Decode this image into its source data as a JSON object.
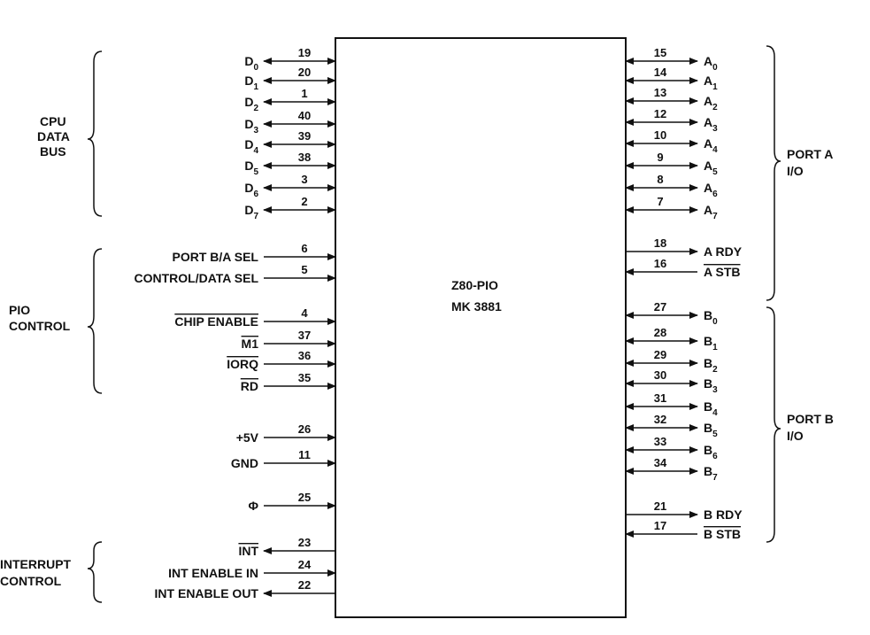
{
  "chip": {
    "name": "Z80-PIO",
    "part": "MK 3881"
  },
  "groups": {
    "cpu_data_bus": [
      "CPU",
      "DATA",
      "BUS"
    ],
    "pio_control": [
      "PIO",
      "CONTROL"
    ],
    "interrupt_control": [
      "INTERRUPT",
      "CONTROL"
    ],
    "port_a": [
      "PORT A",
      "I/O"
    ],
    "port_b": [
      "PORT B",
      "I/O"
    ]
  },
  "left_pins": [
    {
      "id": "d0",
      "pin": "19",
      "label": "D",
      "sub": "0",
      "dir": "bi"
    },
    {
      "id": "d1",
      "pin": "20",
      "label": "D",
      "sub": "1",
      "dir": "bi"
    },
    {
      "id": "d2",
      "pin": "1",
      "label": "D",
      "sub": "2",
      "dir": "bi"
    },
    {
      "id": "d3",
      "pin": "40",
      "label": "D",
      "sub": "3",
      "dir": "bi"
    },
    {
      "id": "d4",
      "pin": "39",
      "label": "D",
      "sub": "4",
      "dir": "bi"
    },
    {
      "id": "d5",
      "pin": "38",
      "label": "D",
      "sub": "5",
      "dir": "bi"
    },
    {
      "id": "d6",
      "pin": "3",
      "label": "D",
      "sub": "6",
      "dir": "bi"
    },
    {
      "id": "d7",
      "pin": "2",
      "label": "D",
      "sub": "7",
      "dir": "bi"
    },
    {
      "id": "port-b-a-sel",
      "pin": "6",
      "label": "PORT B/A SEL",
      "dir": "in"
    },
    {
      "id": "control-data-sel",
      "pin": "5",
      "label": "CONTROL/DATA SEL",
      "dir": "in"
    },
    {
      "id": "chip-enable",
      "pin": "4",
      "label": "CHIP ENABLE",
      "dir": "in",
      "overbar": true
    },
    {
      "id": "m1",
      "pin": "37",
      "label": "M1",
      "dir": "in",
      "overbar": true
    },
    {
      "id": "iorq",
      "pin": "36",
      "label": "IORQ",
      "dir": "in",
      "overbar": true
    },
    {
      "id": "rd",
      "pin": "35",
      "label": "RD",
      "dir": "in",
      "overbar": true
    },
    {
      "id": "plus5v",
      "pin": "26",
      "label": "+5V",
      "dir": "in"
    },
    {
      "id": "gnd",
      "pin": "11",
      "label": "GND",
      "dir": "in"
    },
    {
      "id": "phi",
      "pin": "25",
      "label": "Φ",
      "dir": "in"
    },
    {
      "id": "int",
      "pin": "23",
      "label": "INT",
      "dir": "out",
      "overbar": true
    },
    {
      "id": "int-enable-in",
      "pin": "24",
      "label": "INT ENABLE IN",
      "dir": "in"
    },
    {
      "id": "int-enable-out",
      "pin": "22",
      "label": "INT ENABLE OUT",
      "dir": "out"
    }
  ],
  "right_pins": [
    {
      "id": "a0",
      "pin": "15",
      "label": "A",
      "sub": "0",
      "dir": "bi"
    },
    {
      "id": "a1",
      "pin": "14",
      "label": "A",
      "sub": "1",
      "dir": "bi"
    },
    {
      "id": "a2",
      "pin": "13",
      "label": "A",
      "sub": "2",
      "dir": "bi"
    },
    {
      "id": "a3",
      "pin": "12",
      "label": "A",
      "sub": "3",
      "dir": "bi"
    },
    {
      "id": "a4",
      "pin": "10",
      "label": "A",
      "sub": "4",
      "dir": "bi"
    },
    {
      "id": "a5",
      "pin": "9",
      "label": "A",
      "sub": "5",
      "dir": "bi"
    },
    {
      "id": "a6",
      "pin": "8",
      "label": "A",
      "sub": "6",
      "dir": "bi"
    },
    {
      "id": "a7",
      "pin": "7",
      "label": "A",
      "sub": "7",
      "dir": "bi"
    },
    {
      "id": "a-rdy",
      "pin": "18",
      "label": "A RDY",
      "dir": "out"
    },
    {
      "id": "a-stb",
      "pin": "16",
      "label": "A STB",
      "dir": "in",
      "overbar": true
    },
    {
      "id": "b0",
      "pin": "27",
      "label": "B",
      "sub": "0",
      "dir": "bi"
    },
    {
      "id": "b1",
      "pin": "28",
      "label": "B",
      "sub": "1",
      "dir": "bi"
    },
    {
      "id": "b2",
      "pin": "29",
      "label": "B",
      "sub": "2",
      "dir": "bi"
    },
    {
      "id": "b3",
      "pin": "30",
      "label": "B",
      "sub": "3",
      "dir": "bi"
    },
    {
      "id": "b4",
      "pin": "31",
      "label": "B",
      "sub": "4",
      "dir": "bi"
    },
    {
      "id": "b5",
      "pin": "32",
      "label": "B",
      "sub": "5",
      "dir": "bi"
    },
    {
      "id": "b6",
      "pin": "33",
      "label": "B",
      "sub": "6",
      "dir": "bi"
    },
    {
      "id": "b7",
      "pin": "34",
      "label": "B",
      "sub": "7",
      "dir": "bi"
    },
    {
      "id": "b-rdy",
      "pin": "21",
      "label": "B RDY",
      "dir": "out"
    },
    {
      "id": "b-stb",
      "pin": "17",
      "label": "B STB",
      "dir": "in",
      "overbar": true
    }
  ]
}
